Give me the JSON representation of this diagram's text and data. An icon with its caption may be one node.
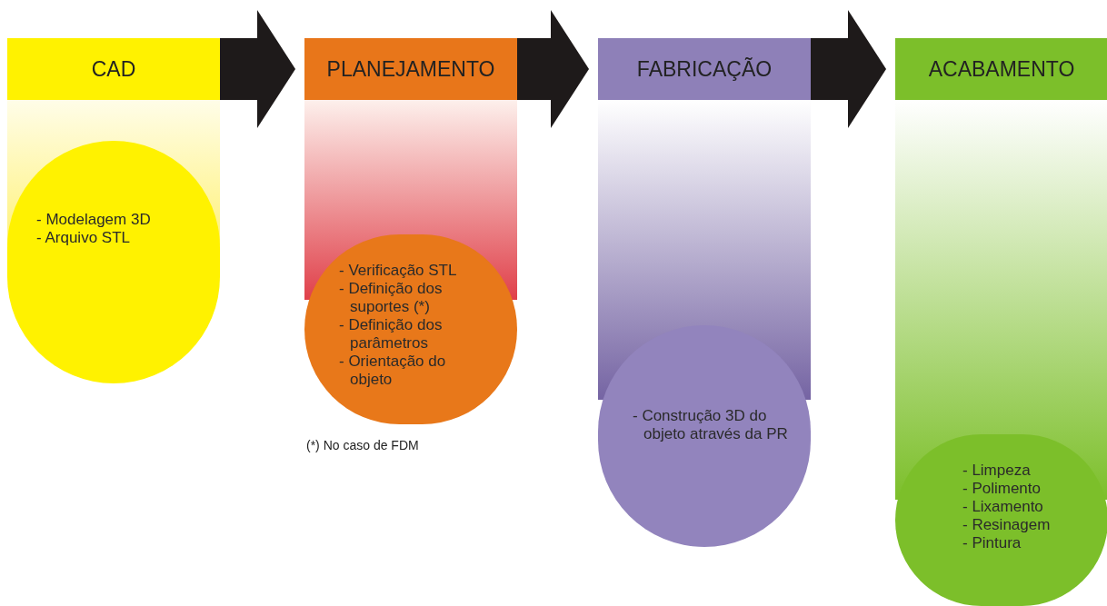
{
  "diagram": {
    "nodes": [
      {
        "text": [
          "CAD"
        ]
      },
      {
        "text": [
          "- Modelagem 3D",
          "- Arquivo STL"
        ]
      },
      {
        "text": [
          "PLANEJAMENTO"
        ]
      },
      {
        "text": [
          "- Verificação STL",
          "- Definição dos suportes (*)",
          "- Definição dos parâmetros",
          "- Orientação do objeto"
        ]
      },
      {
        "text": [
          "FABRICAÇÃO"
        ]
      },
      {
        "text": [
          "- Construção 3D do objeto através da PR"
        ]
      },
      {
        "text": [
          "ACABAMENTO"
        ]
      },
      {
        "text": [
          "- Limpeza",
          "- Polimento",
          "- Lixamento",
          "- Resinagem",
          "- Pintura"
        ]
      }
    ],
    "edges": [
      {
        "from": 0,
        "to": 2,
        "arrow": "to"
      },
      {
        "from": 2,
        "to": 4,
        "arrow": "to"
      },
      {
        "from": 4,
        "to": 6,
        "arrow": "to"
      }
    ],
    "labels": [
      "(*) No caso de FDM"
    ]
  }
}
